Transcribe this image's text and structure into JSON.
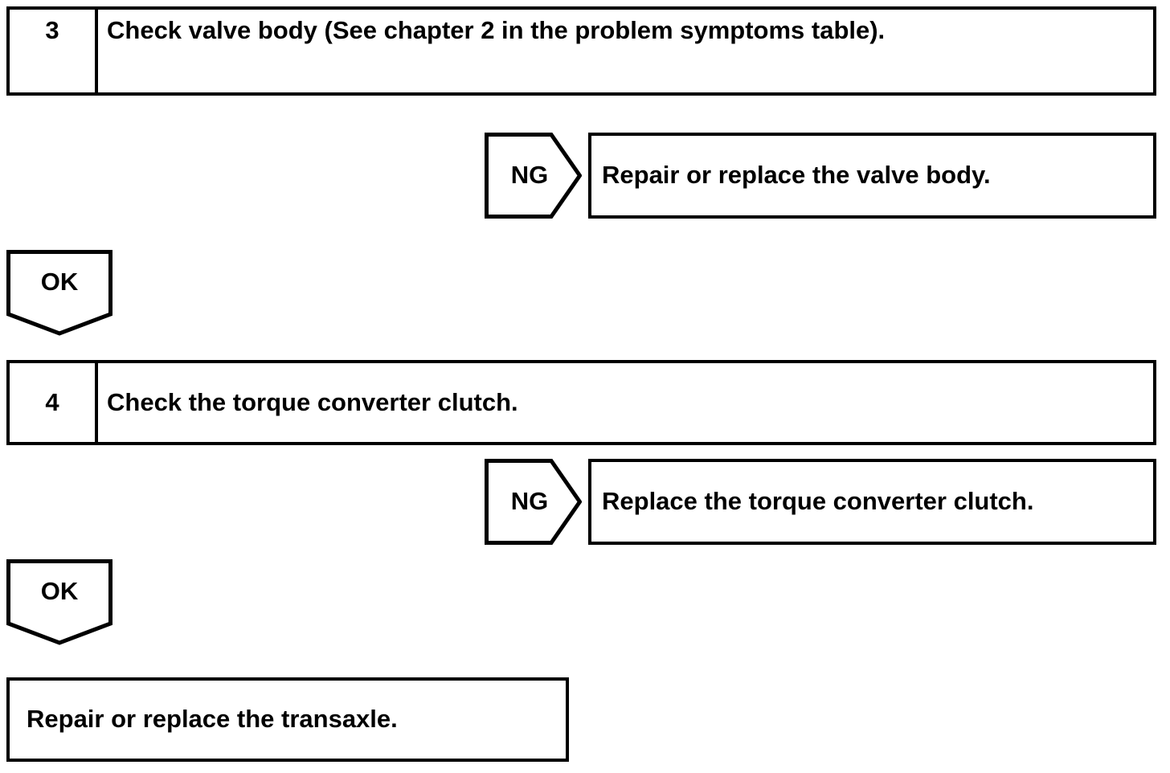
{
  "flowchart": {
    "steps": [
      {
        "number": "3",
        "instruction": "Check valve body (See chapter 2 in the problem symptoms table).",
        "ng_label": "NG",
        "ng_result": "Repair or replace the valve body.",
        "ok_label": "OK"
      },
      {
        "number": "4",
        "instruction": "Check the torque converter clutch.",
        "ng_label": "NG",
        "ng_result": "Replace the torque converter clutch.",
        "ok_label": "OK"
      }
    ],
    "final_action": "Repair or replace the transaxle.",
    "colors": {
      "line": "#000000",
      "background": "#ffffff",
      "text": "#000000"
    }
  }
}
